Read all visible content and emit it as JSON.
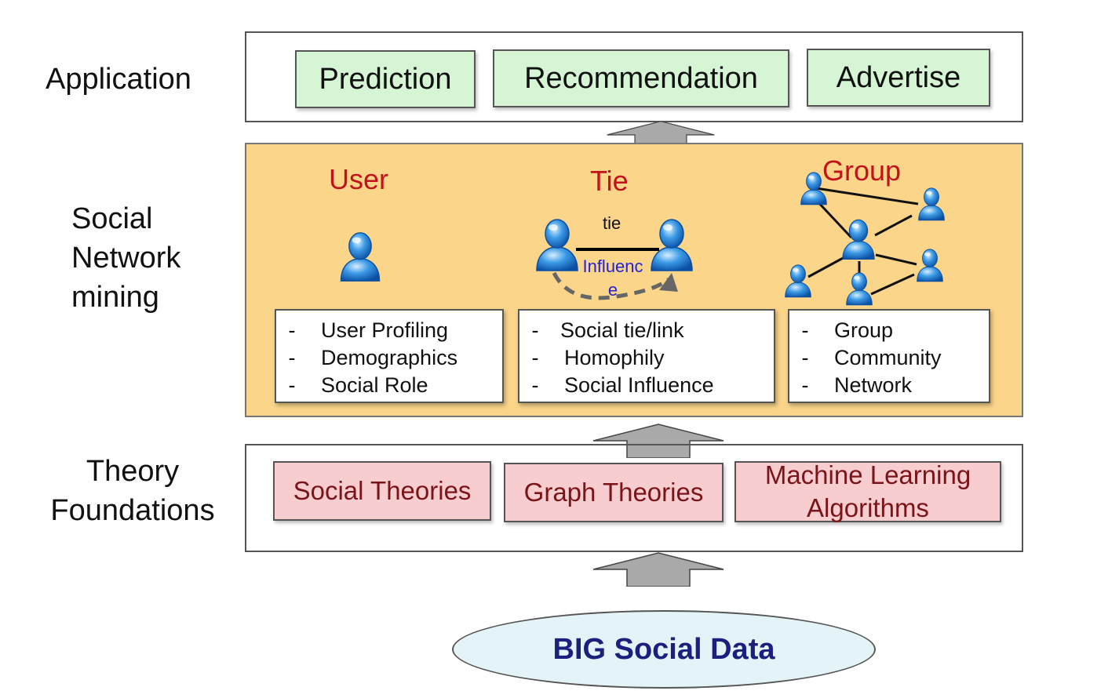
{
  "layers": {
    "application": {
      "label": "Application",
      "items": [
        "Prediction",
        "Recommendation",
        "Advertise"
      ]
    },
    "mining": {
      "label_lines": [
        "Social",
        "Network",
        "mining"
      ],
      "columns": [
        {
          "title": "User",
          "items": [
            "User Profiling",
            "Demographics",
            "Social Role"
          ]
        },
        {
          "title": "Tie",
          "items": [
            "Social tie/link",
            "Homophily",
            "Social Influence"
          ]
        },
        {
          "title": "Group",
          "items": [
            "Group",
            "Community",
            "Network"
          ]
        }
      ],
      "tie_label": "tie",
      "influence_lines": [
        "Influenc",
        "e"
      ]
    },
    "theory": {
      "label_lines": [
        "Theory",
        "Foundations"
      ],
      "items": [
        {
          "lines": [
            "Social Theories"
          ]
        },
        {
          "lines": [
            "Graph Theories"
          ]
        },
        {
          "lines": [
            "Machine Learning",
            "Algorithms"
          ]
        }
      ]
    }
  },
  "source": {
    "label": "BIG Social Data"
  },
  "colors": {
    "app_box": "#d5f5d4",
    "mining_bg": "#fad58a",
    "theory_box": "#f7cdd0",
    "category_title": "#c0131c",
    "influence": "#2323d6",
    "source_text": "#1b1f7d",
    "arrow": "#a9a9a9"
  },
  "icons": [
    "person-icon",
    "up-arrow-icon"
  ]
}
